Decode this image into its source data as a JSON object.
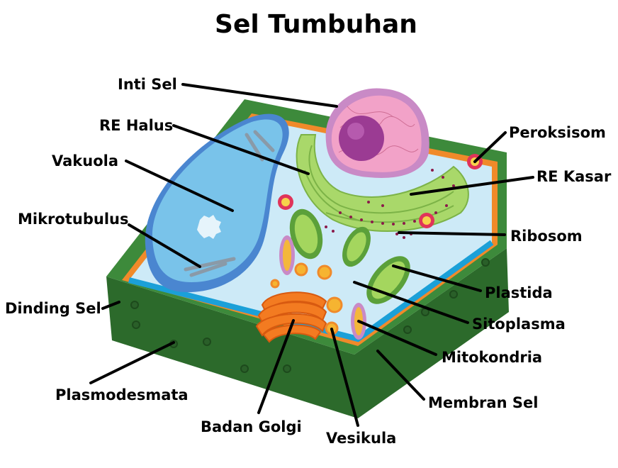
{
  "title": "Sel Tumbuhan",
  "labels": {
    "inti_sel": "Inti Sel",
    "re_halus": "RE Halus",
    "vakuola": "Vakuola",
    "mikrotubulus": "Mikrotubulus",
    "dinding_sel": "Dinding Sel",
    "plasmodesmata": "Plasmodesmata",
    "badan_golgi": "Badan Golgi",
    "vesikula": "Vesikula",
    "membran_sel": "Membran Sel",
    "mitokondria": "Mitokondria",
    "sitoplasma": "Sitoplasma",
    "plastida": "Plastida",
    "ribosom": "Ribosom",
    "re_kasar": "RE Kasar",
    "peroksisom": "Peroksisom"
  },
  "colors": {
    "cell_wall": "#3d8a3b",
    "cell_wall_dark": "#2c6a2b",
    "membrane": "#f08a2a",
    "cytoplasm": "#cdeaf7",
    "vacuole": "#79c3ea",
    "nucleus": "#f2a2c8",
    "nucleolus": "#9b3b93",
    "er": "#a9d86a",
    "golgi": "#f37b21",
    "chloroplast": "#7cc043",
    "mitochondria": "#c98ac6"
  }
}
